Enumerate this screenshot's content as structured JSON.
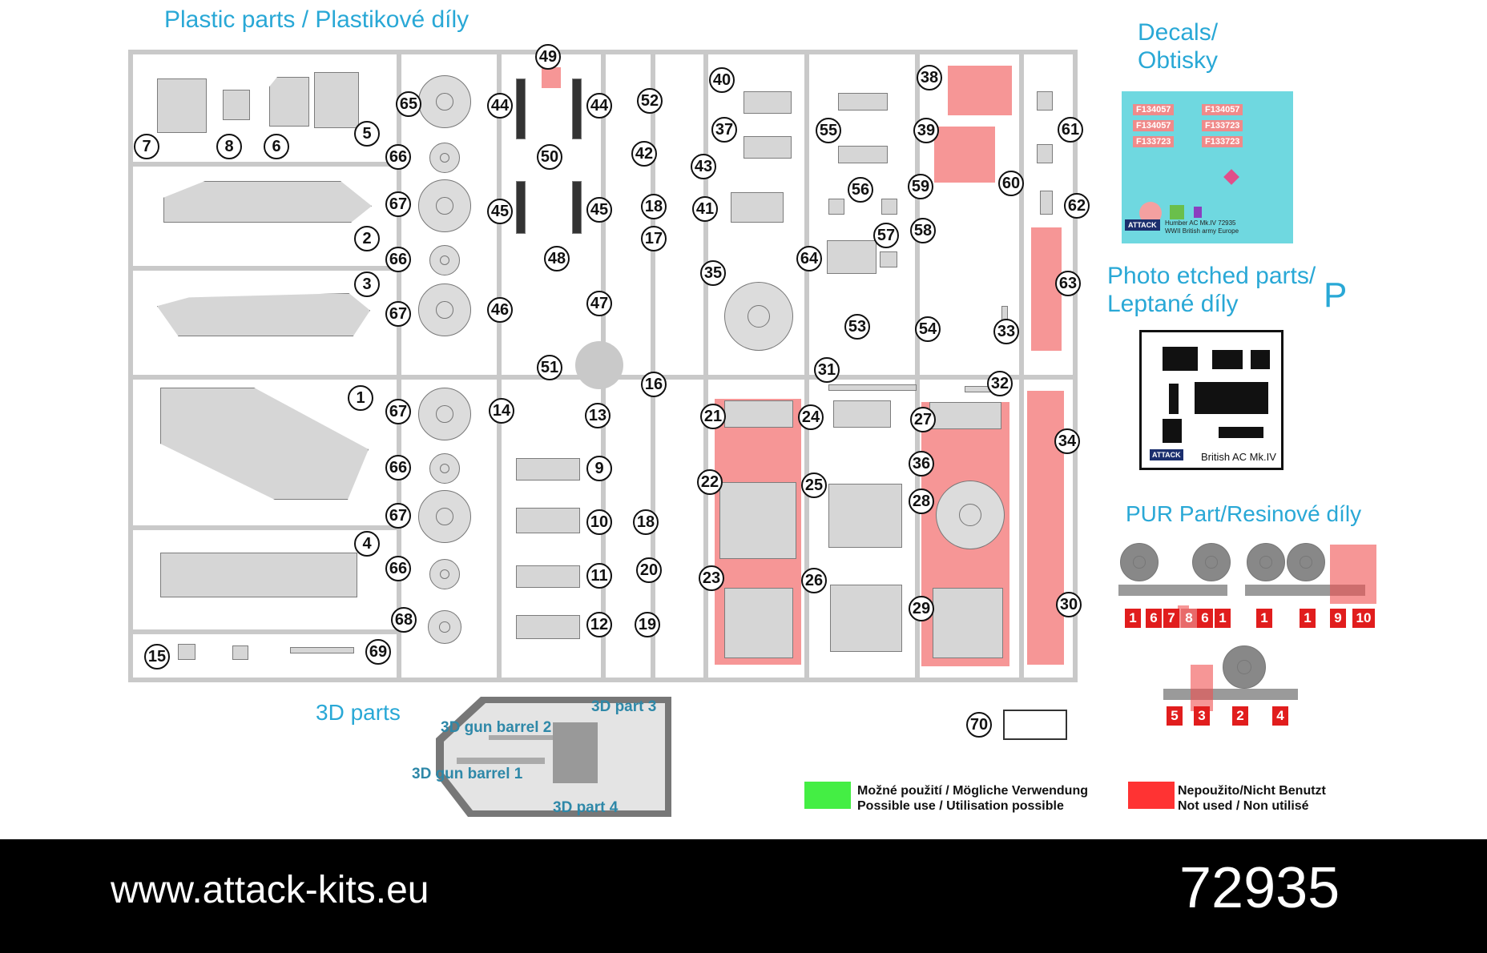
{
  "headers": {
    "plastic": "Plastic parts / Plastikové díly",
    "decals": [
      "Decals/",
      "Obtisky"
    ],
    "photo_etched": [
      "Photo etched parts/",
      "Leptané díly"
    ],
    "photo_etched_letter": "P",
    "pur": "PUR Part/Resinové díly",
    "parts_3d": "3D parts"
  },
  "numbers": [
    "1",
    "2",
    "3",
    "4",
    "5",
    "6",
    "7",
    "8",
    "9",
    "10",
    "11",
    "12",
    "13",
    "14",
    "15",
    "16",
    "17",
    "18",
    "19",
    "20",
    "21",
    "22",
    "23",
    "24",
    "25",
    "26",
    "27",
    "28",
    "29",
    "30",
    "31",
    "32",
    "33",
    "34",
    "35",
    "36",
    "37",
    "38",
    "39",
    "40",
    "41",
    "42",
    "43",
    "44",
    "45",
    "46",
    "47",
    "48",
    "49",
    "50",
    "51",
    "52",
    "53",
    "54",
    "55",
    "56",
    "57",
    "58",
    "59",
    "60",
    "61",
    "62",
    "63",
    "64",
    "65",
    "66",
    "67",
    "68",
    "69",
    "70"
  ],
  "parts_3d_labels": {
    "p3": "3D part 3",
    "barrel2": "3D gun barrel 2",
    "barrel1": "3D gun barrel 1",
    "p4": "3D part 4"
  },
  "decal_sheet": {
    "codes": [
      "F134057",
      "F134057",
      "F133723",
      "F134057",
      "F133723",
      "F133723"
    ],
    "caption_line1": "Humber AC Mk.IV 72935",
    "caption_line2": "WWII British army Europe",
    "brand": "ATTACK"
  },
  "pe_sheet": {
    "caption": "British AC Mk.IV",
    "brand": "ATTACK"
  },
  "pur_labels": {
    "row1": [
      "1",
      "6",
      "7",
      "8",
      "6",
      "1",
      "1",
      "1",
      "9",
      "10"
    ],
    "row2": [
      "5",
      "3",
      "2",
      "4"
    ]
  },
  "legend": {
    "green_line1": "Možné použití / Mögliche Verwendung",
    "green_line2": "Possible use / Utilisation possible",
    "red_line1": "Nepoužito/Nicht Benutzt",
    "red_line2": "Not used / Non utilisé",
    "green_color": "#44ee44",
    "red_color": "#ff3333"
  },
  "footer": {
    "url": "www.attack-kits.eu",
    "kit_number": "72935"
  }
}
